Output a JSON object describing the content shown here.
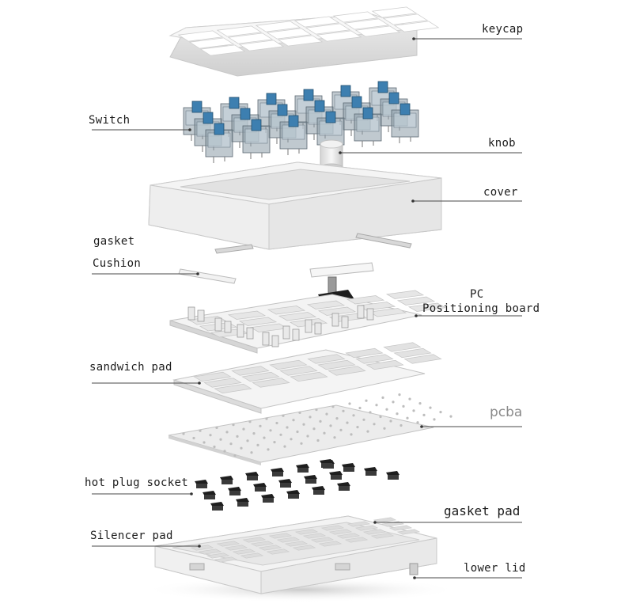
{
  "labels": {
    "keycap": "keycap",
    "switch": "Switch",
    "knob": "knob",
    "cover": "cover",
    "gasket": "gasket",
    "cushion": "Cushion",
    "pc": "PC",
    "positioning_board": "Positioning board",
    "sandwich_pad": "sandwich pad",
    "pcba": "pcba",
    "hot_plug_socket": "hot plug socket",
    "gasket_pad": "gasket pad",
    "silencer_pad": "Silencer pad",
    "lower_lid": "lower lid"
  },
  "colors": {
    "switch_blue": "#3d7fb0",
    "socket_dark": "#1e1e1e",
    "plastic_white": "#f1f1f1",
    "plastic_shade": "#d9d9d9"
  }
}
